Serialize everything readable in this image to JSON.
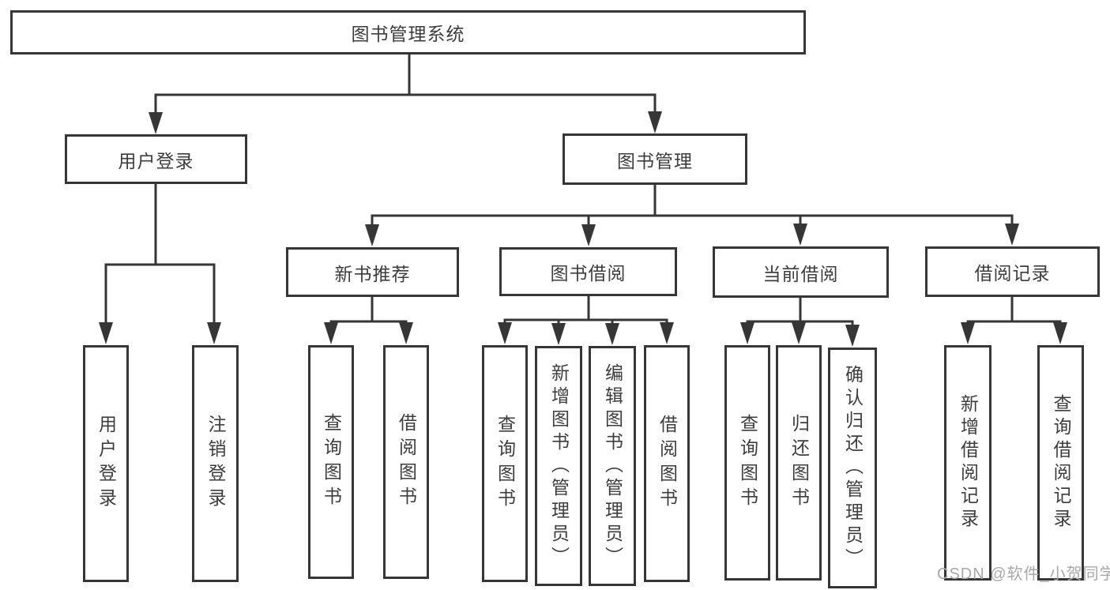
{
  "colors": {
    "line": "#363636",
    "border": "#363636",
    "text": "#3d3d3d",
    "watermark": "#a8a8a8",
    "background": "#ffffff"
  },
  "tree": {
    "label": "图书管理系统",
    "children": [
      {
        "label": "用户登录",
        "children": [
          {
            "label": "用户登录"
          },
          {
            "label": "注销登录"
          }
        ]
      },
      {
        "label": "图书管理",
        "children": [
          {
            "label": "新书推荐",
            "children": [
              {
                "label": "查询图书"
              },
              {
                "label": "借阅图书"
              }
            ]
          },
          {
            "label": "图书借阅",
            "children": [
              {
                "label": "查询图书"
              },
              {
                "label": "新增图书（管理员）"
              },
              {
                "label": "编辑图书（管理员）"
              },
              {
                "label": "借阅图书"
              }
            ]
          },
          {
            "label": "当前借阅",
            "children": [
              {
                "label": "查询图书"
              },
              {
                "label": "归还图书"
              },
              {
                "label": "确认归还（管理员）"
              }
            ]
          },
          {
            "label": "借阅记录",
            "children": [
              {
                "label": "新增借阅记录"
              },
              {
                "label": "查询借阅记录"
              }
            ]
          }
        ]
      }
    ]
  },
  "watermark": {
    "text": "CSDN @软件_小贺同学"
  }
}
